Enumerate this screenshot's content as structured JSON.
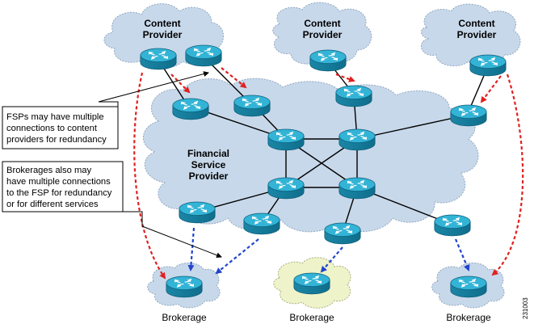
{
  "clouds": {
    "content_provider_label_line1": "Content",
    "content_provider_label_line2": "Provider",
    "fsp_label_line1": "Financial",
    "fsp_label_line2": "Service",
    "fsp_label_line3": "Provider",
    "brokerage_label": "Brokerage"
  },
  "callouts": [
    {
      "lines": [
        "FSPs may have multiple",
        "connections to content",
        "providers for redundancy"
      ]
    },
    {
      "lines": [
        "Brokerages also may",
        "have multiple connections",
        "to the FSP for redundancy",
        "or for different services"
      ]
    }
  ],
  "figure_id": "231003",
  "colors": {
    "cloud_blue": "#c7d8ea",
    "cloud_green": "#eef3c9",
    "router_blue": "#2ba7c8",
    "red_arrow": "#e02020",
    "blue_arrow": "#2244cc"
  }
}
